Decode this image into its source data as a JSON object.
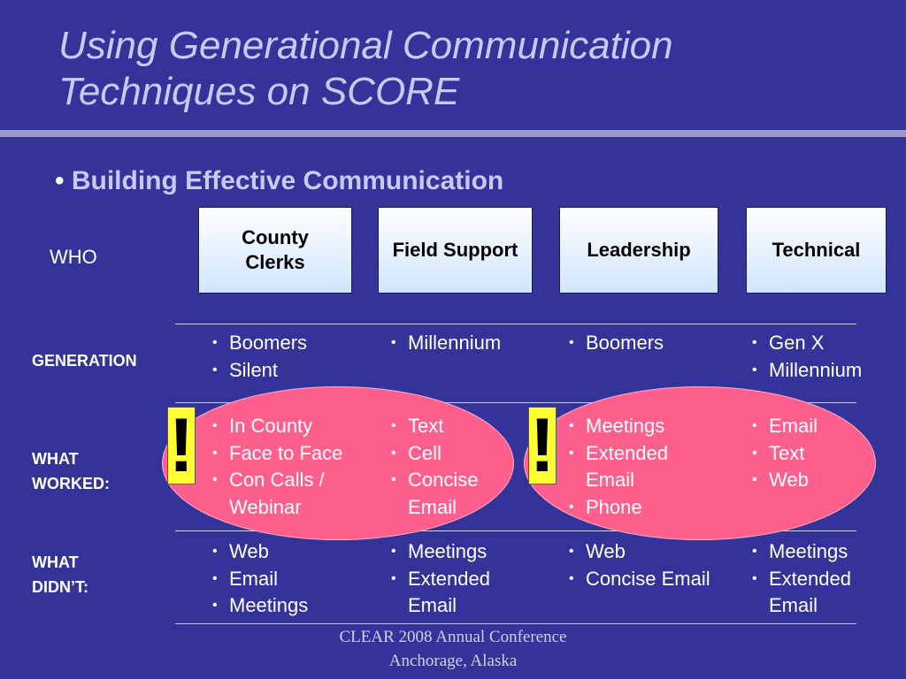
{
  "title": "Using Generational Communication Techniques on SCORE",
  "subtitle": "Building Effective Communication",
  "bullet": "•",
  "who_label": "WHO",
  "columns": [
    "County Clerks",
    "Field Support",
    "Leadership",
    "Technical"
  ],
  "rows": {
    "generation": {
      "label": "GENERATION",
      "cells": [
        [
          "Boomers",
          "Silent"
        ],
        [
          "Millennium"
        ],
        [
          "Boomers"
        ],
        [
          "Gen X",
          "Millennium"
        ]
      ]
    },
    "worked": {
      "label": "WHAT WORKED:",
      "cells": [
        [
          "In County",
          "Face to Face",
          "Con Calls / Webinar"
        ],
        [
          "Text",
          "Cell",
          "Concise Email"
        ],
        [
          "Meetings",
          "Extended Email",
          "Phone"
        ],
        [
          "Email",
          "Text",
          "Web"
        ]
      ]
    },
    "didnt": {
      "label": "WHAT DIDN’T:",
      "cells": [
        [
          "Web",
          "Email",
          "Meetings"
        ],
        [
          "Meetings",
          "Extended Email"
        ],
        [
          "Web",
          "Concise Email"
        ],
        [
          "Meetings",
          "Extended Email"
        ]
      ]
    }
  },
  "exclamation": "!",
  "footer": {
    "line1": "CLEAR 2008 Annual Conference",
    "line2": "Anchorage, Alaska"
  },
  "colors": {
    "background": "#333399",
    "title": "#c9c9f5",
    "highlight_oval": "#ff5f8c",
    "exclamation": "#ffff33"
  }
}
